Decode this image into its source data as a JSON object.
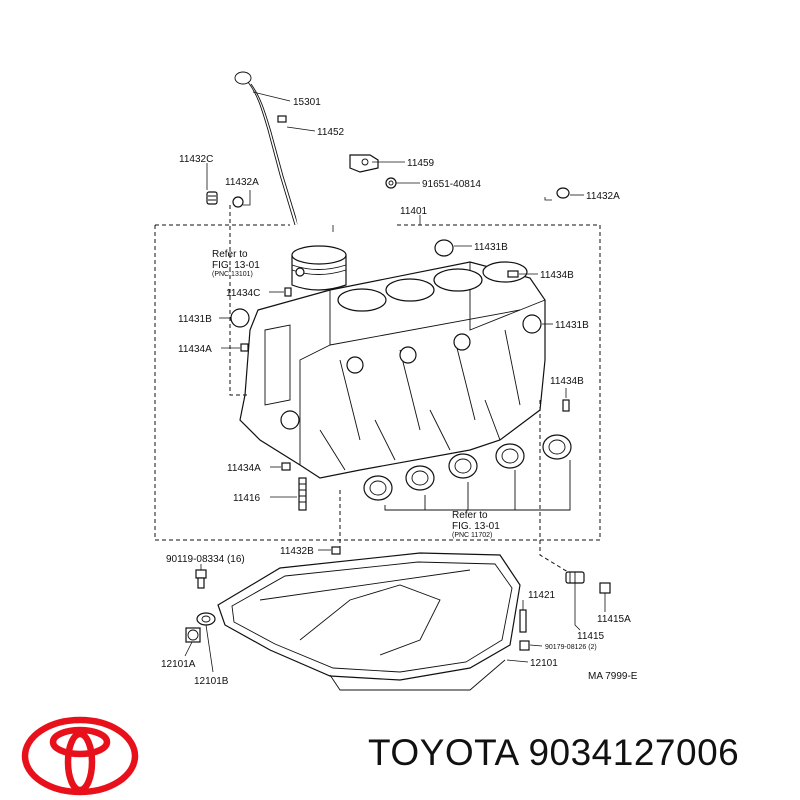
{
  "diagram": {
    "callouts": [
      "15301",
      "11452",
      "11432C",
      "11459",
      "11432A",
      "91651-40814",
      "11432A",
      "11401",
      "11431B",
      "11434B",
      "11434C",
      "11431B",
      "11431B",
      "11434A",
      "11434B",
      "11434A",
      "11416",
      "11432B",
      "90119-08334 (16)",
      "11421",
      "11415A",
      "90179-08126 (2)",
      "11415",
      "12101A",
      "12101B",
      "12101"
    ],
    "refs": [
      {
        "line1": "Refer to",
        "line2": "FIG. 13-01",
        "line3": "(PNC 13101)"
      },
      {
        "line1": "Refer to",
        "line2": "FIG. 13-01",
        "line3": "(PNC 11702)"
      }
    ],
    "drawing_code": "MA  7999-E"
  },
  "footer": {
    "brand_text": "TOYOTA 9034127006",
    "logo_color": "#e8101a"
  }
}
